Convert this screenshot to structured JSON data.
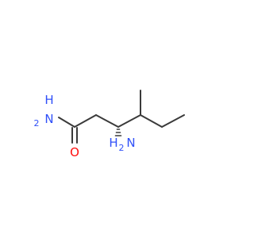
{
  "molecule": {
    "atoms": {
      "amide_nitrogen": {
        "symbol": "N",
        "hydrogens": "H",
        "hydrogen_count": "2"
      },
      "carbonyl_oxygen": {
        "symbol": "O"
      },
      "amine_nitrogen": {
        "symbol": "N",
        "hydrogens": "H",
        "hydrogen_count": "2"
      }
    },
    "stereo_bond": "hashed-wedge",
    "colors": {
      "bond": "#3a3a3a",
      "nitrogen": "#3050F8",
      "oxygen": "#FF0D0D"
    }
  }
}
